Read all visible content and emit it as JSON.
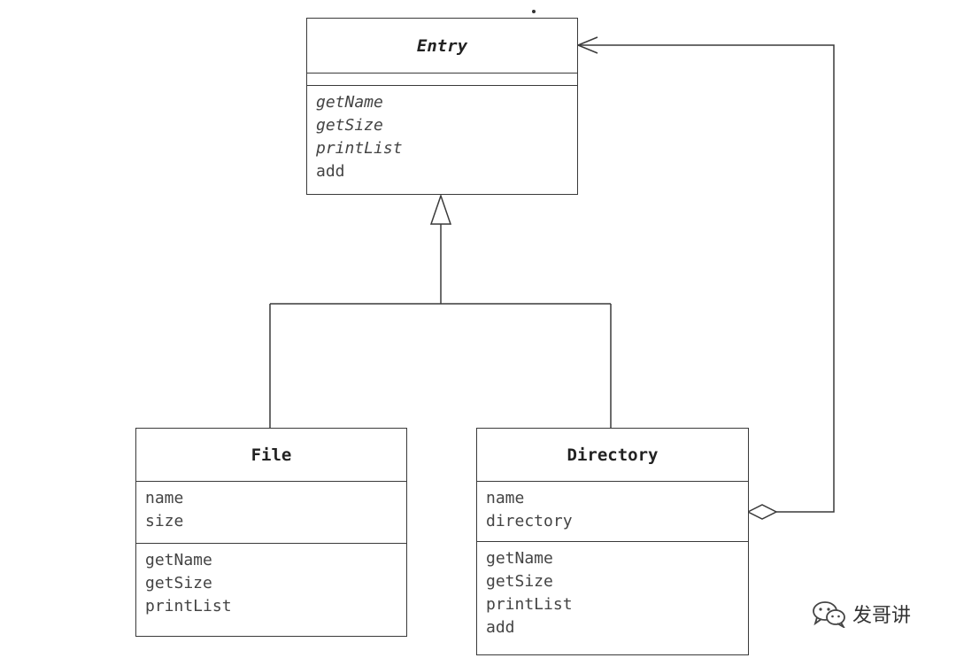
{
  "diagram": {
    "classes": {
      "entry": {
        "name": "Entry",
        "abstract": true,
        "fields": [],
        "methods": [
          {
            "name": "getName",
            "abstract": true
          },
          {
            "name": "getSize",
            "abstract": true
          },
          {
            "name": "printList",
            "abstract": true
          },
          {
            "name": "add",
            "abstract": false
          }
        ]
      },
      "file": {
        "name": "File",
        "abstract": false,
        "fields": [
          "name",
          "size"
        ],
        "methods": [
          "getName",
          "getSize",
          "printList"
        ]
      },
      "directory": {
        "name": "Directory",
        "abstract": false,
        "fields": [
          "name",
          "directory"
        ],
        "methods": [
          "getName",
          "getSize",
          "printList",
          "add"
        ]
      }
    },
    "relationships": [
      {
        "type": "generalization",
        "from": "File",
        "to": "Entry"
      },
      {
        "type": "generalization",
        "from": "Directory",
        "to": "Entry"
      },
      {
        "type": "aggregation",
        "from": "Directory",
        "to": "Entry"
      }
    ],
    "line_color": "#3a3a3a"
  },
  "watermark": {
    "text": "发哥讲",
    "icon": "wechat-icon"
  }
}
